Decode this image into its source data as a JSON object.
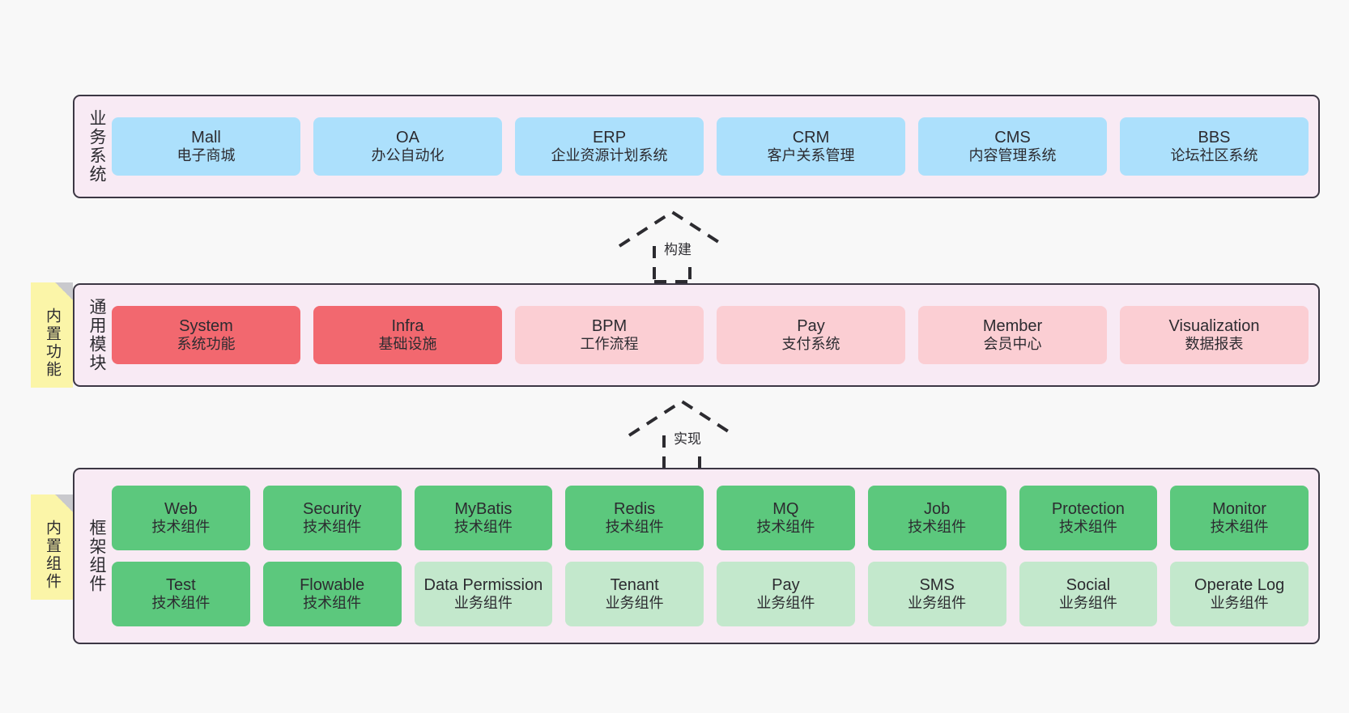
{
  "diagram": {
    "background": "#f8f8f8",
    "layer_fill": "#f8eaf4",
    "layer_border": "#3c3744",
    "sticky_fill": "#fbf5a8",
    "colors": {
      "blue": "#ace0fc",
      "red": "#f2686f",
      "red_light": "#fbced3",
      "green": "#5cc87d",
      "green_light": "#c3e8cc"
    }
  },
  "layers": {
    "business": {
      "title": "业务系统",
      "nodes": [
        {
          "en": "Mall",
          "cn": "电子商城",
          "color": "blue"
        },
        {
          "en": "OA",
          "cn": "办公自动化",
          "color": "blue"
        },
        {
          "en": "ERP",
          "cn": "企业资源计划系统",
          "color": "blue"
        },
        {
          "en": "CRM",
          "cn": "客户关系管理",
          "color": "blue"
        },
        {
          "en": "CMS",
          "cn": "内容管理系统",
          "color": "blue"
        },
        {
          "en": "BBS",
          "cn": "论坛社区系统",
          "color": "blue"
        }
      ]
    },
    "common": {
      "title": "通用模块",
      "sticky": "内置功能",
      "nodes": [
        {
          "en": "System",
          "cn": "系统功能",
          "color": "red"
        },
        {
          "en": "Infra",
          "cn": "基础设施",
          "color": "red"
        },
        {
          "en": "BPM",
          "cn": "工作流程",
          "color": "red_light"
        },
        {
          "en": "Pay",
          "cn": "支付系统",
          "color": "red_light"
        },
        {
          "en": "Member",
          "cn": "会员中心",
          "color": "red_light"
        },
        {
          "en": "Visualization",
          "cn": "数据报表",
          "color": "red_light"
        }
      ]
    },
    "framework": {
      "title": "框架组件",
      "sticky": "内置组件",
      "rows": [
        [
          {
            "en": "Web",
            "cn": "技术组件",
            "color": "green"
          },
          {
            "en": "Security",
            "cn": "技术组件",
            "color": "green"
          },
          {
            "en": "MyBatis",
            "cn": "技术组件",
            "color": "green"
          },
          {
            "en": "Redis",
            "cn": "技术组件",
            "color": "green"
          },
          {
            "en": "MQ",
            "cn": "技术组件",
            "color": "green"
          },
          {
            "en": "Job",
            "cn": "技术组件",
            "color": "green"
          },
          {
            "en": "Protection",
            "cn": "技术组件",
            "color": "green"
          },
          {
            "en": "Monitor",
            "cn": "技术组件",
            "color": "green"
          }
        ],
        [
          {
            "en": "Test",
            "cn": "技术组件",
            "color": "green"
          },
          {
            "en": "Flowable",
            "cn": "技术组件",
            "color": "green"
          },
          {
            "en": "Data Permission",
            "cn": "业务组件",
            "color": "green_light"
          },
          {
            "en": "Tenant",
            "cn": "业务组件",
            "color": "green_light"
          },
          {
            "en": "Pay",
            "cn": "业务组件",
            "color": "green_light"
          },
          {
            "en": "SMS",
            "cn": "业务组件",
            "color": "green_light"
          },
          {
            "en": "Social",
            "cn": "业务组件",
            "color": "green_light"
          },
          {
            "en": "Operate Log",
            "cn": "业务组件",
            "color": "green_light"
          }
        ]
      ]
    }
  },
  "connectors": [
    {
      "id": "build",
      "label": "构建"
    },
    {
      "id": "impl",
      "label": "实现"
    }
  ]
}
